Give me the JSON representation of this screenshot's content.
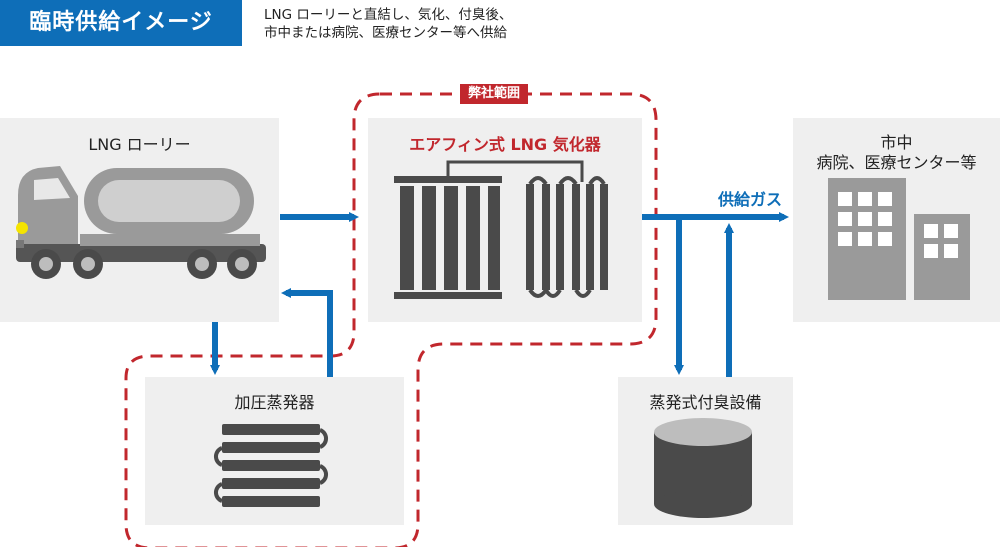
{
  "header": {
    "title": "臨時供給イメージ",
    "description_line1": "LNG ローリーと直結し、気化、付臭後、",
    "description_line2": "市中または病院、医療センター等へ供給"
  },
  "nodes": {
    "lorry": {
      "label": "LNG ローリー"
    },
    "vaporizer": {
      "label": "エアフィン式 LNG 気化器"
    },
    "pressure_evaporator": {
      "label": "加圧蒸発器"
    },
    "odorizer": {
      "label": "蒸発式付臭設備"
    },
    "destination": {
      "line1": "市中",
      "line2": "病院、医療センター等"
    }
  },
  "scope": {
    "label": "弊社範囲"
  },
  "flow": {
    "supply_gas_label": "供給ガス"
  },
  "colors": {
    "brand_blue": "#0e6eb8",
    "scope_red": "#c1272d",
    "panel_gray": "#efefef",
    "equipment_dark": "#4a4a4a"
  },
  "icons": [
    "lorry-icon",
    "vaporizer-icon",
    "coil-icon",
    "tank-icon",
    "building-icon"
  ]
}
